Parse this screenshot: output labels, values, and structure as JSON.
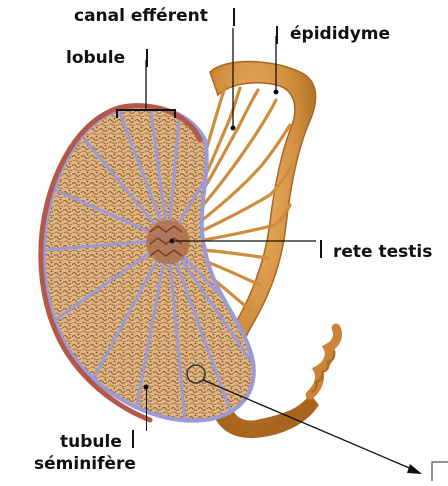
{
  "labels": {
    "canal_efferent": "canal efférent",
    "epididyme": "épididyme",
    "lobule": "lobule",
    "rete_testis": "rete testis",
    "tubule_line1": "tubule",
    "tubule_line2": "séminifère"
  },
  "colors": {
    "tunica": "#b4584a",
    "septa": "#9a9ad8",
    "lobule_tissue": "#d9b07e",
    "tubule_dots": "#8a5a32",
    "duct": "#d08e40",
    "duct_dark": "#a9651f",
    "rete": "#9a5a3a",
    "pointer": "#111111"
  }
}
